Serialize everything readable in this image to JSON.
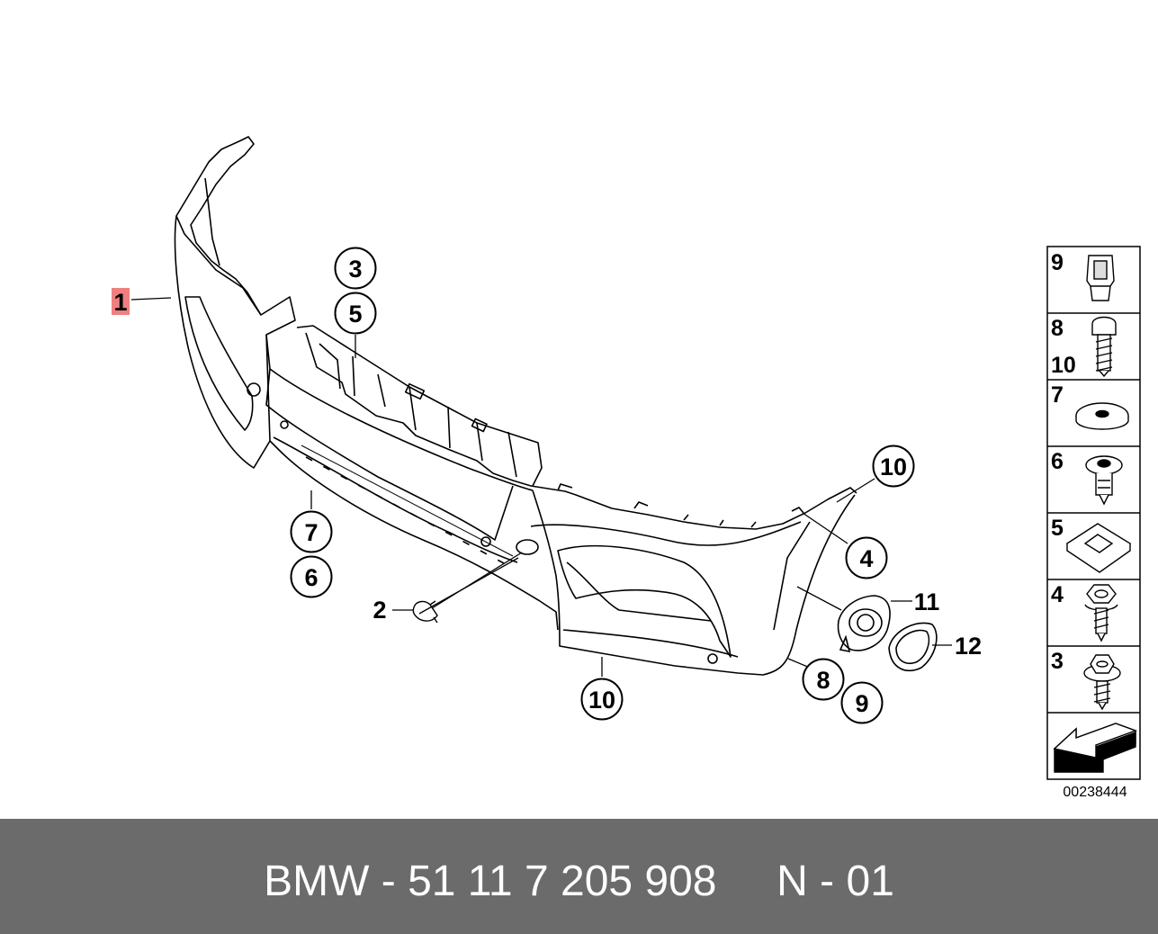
{
  "diagram": {
    "main_callouts": [
      "1",
      "2",
      "3",
      "5",
      "7",
      "6",
      "10",
      "4",
      "11",
      "12",
      "8",
      "9",
      "10"
    ],
    "highlight_color": "#f08080",
    "parts_panel": [
      {
        "labels": [
          "9"
        ],
        "icon": "clip-nut-icon"
      },
      {
        "labels": [
          "8",
          "10"
        ],
        "icon": "screw-icon"
      },
      {
        "labels": [
          "7"
        ],
        "icon": "washer-icon"
      },
      {
        "labels": [
          "6"
        ],
        "icon": "expanding-rivet-icon"
      },
      {
        "labels": [
          "5"
        ],
        "icon": "square-nut-icon"
      },
      {
        "labels": [
          "4"
        ],
        "icon": "hex-screw-icon"
      },
      {
        "labels": [
          "3"
        ],
        "icon": "collar-screw-icon"
      },
      {
        "labels": [],
        "icon": "arrow-icon"
      }
    ],
    "image_number": "00238444"
  },
  "footer": {
    "text": "BMW - 51 11 7 205 908     N - 01",
    "background": "#6b6b6b"
  }
}
